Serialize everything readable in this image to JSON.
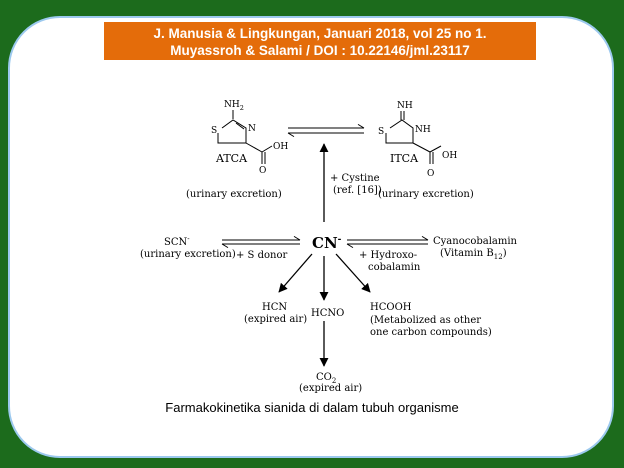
{
  "banner": {
    "line1": "J. Manusia & Lingkungan, Januari 2018, vol 25 no 1.",
    "line2": "Muyassroh & Salami / DOI : 10.22146/jml.23117"
  },
  "diagram": {
    "center": "CN",
    "center_sup": "-",
    "atca": {
      "nh2": "NH",
      "nh2_sub": "2",
      "s": "S",
      "n": "N",
      "oh": "OH",
      "o": "O",
      "name": "ATCA",
      "excretion": "(urinary excretion)"
    },
    "itca": {
      "nh": "NH",
      "s": "S",
      "ring_nh": "NH",
      "oh": "OH",
      "o": "O",
      "name": "ITCA",
      "excretion": "(urinary excretion)"
    },
    "cystine": {
      "line1": "+ Cystine",
      "line2": "(ref. [16])"
    },
    "scn": {
      "label": "SCN",
      "sup": "-",
      "excretion": "(urinary excretion)"
    },
    "s_donor": "+ S donor",
    "hydroxo": {
      "line1": "+ Hydroxo-",
      "line2": "cobalamin"
    },
    "cyanocobalamin": {
      "line1": "Cyanocobalamin",
      "line2_pre": "(Vitamin B",
      "line2_sub": "12",
      "line2_post": ")"
    },
    "hcn": {
      "label": "HCN",
      "note": "(expired air)"
    },
    "hcno": "HCNO",
    "hcooh": {
      "label": "HCOOH",
      "note1": "(Metabolized as other",
      "note2": "one carbon compounds)"
    },
    "co2": {
      "label": "CO",
      "sub": "2",
      "note": "(expired air)"
    }
  },
  "caption": "Farmakokinetika sianida di dalam tubuh organisme",
  "colors": {
    "background": "#1c6b1c",
    "banner": "#e46c0a",
    "card_border": "#9cc9ee"
  }
}
